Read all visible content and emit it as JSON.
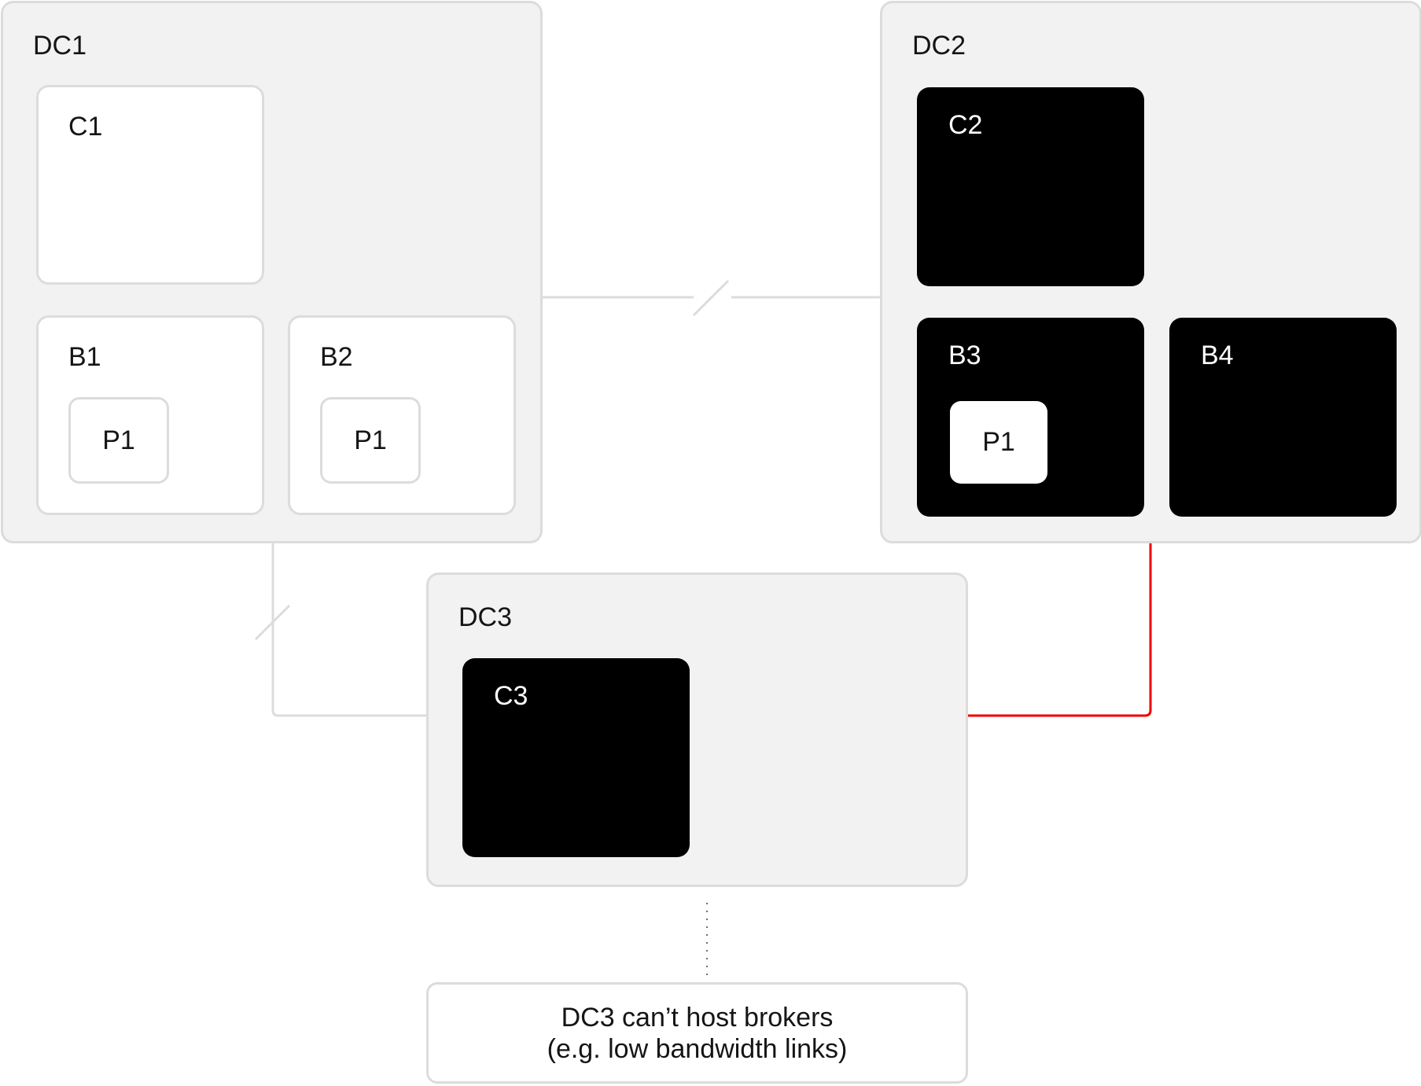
{
  "colors": {
    "panel_background": "#f2f2f2",
    "panel_border": "#dcdcdc",
    "active_node": "#000000",
    "idle_node": "#ffffff",
    "healthy_link": "#ee0000",
    "broken_link": "#dcdcdc"
  },
  "datacenters": [
    {
      "label": "DC1",
      "controller": {
        "label": "C1",
        "state": "inactive"
      },
      "brokers": [
        {
          "label": "B1",
          "state": "inactive",
          "partition": "P1"
        },
        {
          "label": "B2",
          "state": "inactive",
          "partition": "P1"
        }
      ]
    },
    {
      "label": "DC2",
      "controller": {
        "label": "C2",
        "state": "active"
      },
      "brokers": [
        {
          "label": "B3",
          "state": "active",
          "partition": "P1"
        },
        {
          "label": "B4",
          "state": "active",
          "partition": ""
        }
      ]
    },
    {
      "label": "DC3",
      "controller": {
        "label": "C3",
        "state": "active"
      },
      "brokers": []
    }
  ],
  "links": [
    {
      "from": "DC1",
      "to": "DC2",
      "status": "broken"
    },
    {
      "from": "DC1",
      "to": "DC3",
      "status": "broken"
    },
    {
      "from": "DC2",
      "to": "DC3",
      "status": "connected"
    }
  ],
  "note": {
    "line1": "DC3 can’t host brokers",
    "line2": "(e.g. low bandwidth links)"
  }
}
